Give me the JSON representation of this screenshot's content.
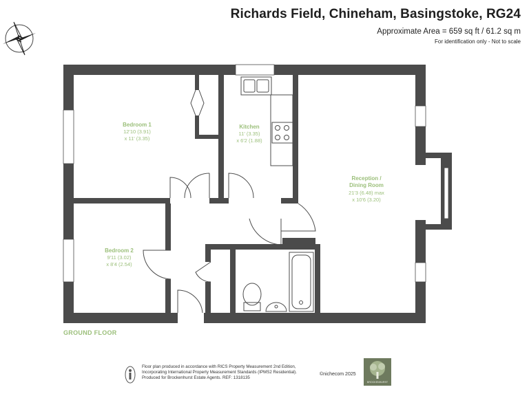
{
  "header": {
    "title": "Richards Field, Chineham, Basingstoke, RG24",
    "area": "Approximate Area = 659 sq ft / 61.2 sq m",
    "note": "For identification only - Not to scale"
  },
  "compass": {
    "letter": "N"
  },
  "rooms": {
    "bedroom1": {
      "name": "Bedroom 1",
      "dim1": "12'10 (3.91)",
      "dim2": "x 11' (3.35)"
    },
    "kitchen": {
      "name": "Kitchen",
      "dim1": "11' (3.35)",
      "dim2": "x 6'2 (1.88)"
    },
    "reception": {
      "name1": "Reception /",
      "name2": "Dining Room",
      "dim1": "21'3 (6.48) max",
      "dim2": "x 10'6 (3.20)"
    },
    "bedroom2": {
      "name": "Bedroom 2",
      "dim1": "9'11 (3.02)",
      "dim2": "x 8'4 (2.54)"
    }
  },
  "floor_label": "GROUND FLOOR",
  "footer": {
    "line1": "Floor plan produced in accordance with RICS Property Measurement 2nd Edition,",
    "line2": "Incorporating International Property Measurement Standards (IPMS2 Residential).",
    "line3": "Produced for Brockenhurst Estate Agents.   REF:  1318135",
    "copyright": "©nichecom 2025",
    "logo_text": "BROCKENHURST"
  },
  "colors": {
    "wall": "#4b4b4b",
    "label": "#9bbf7a",
    "window": "#ffffff"
  }
}
